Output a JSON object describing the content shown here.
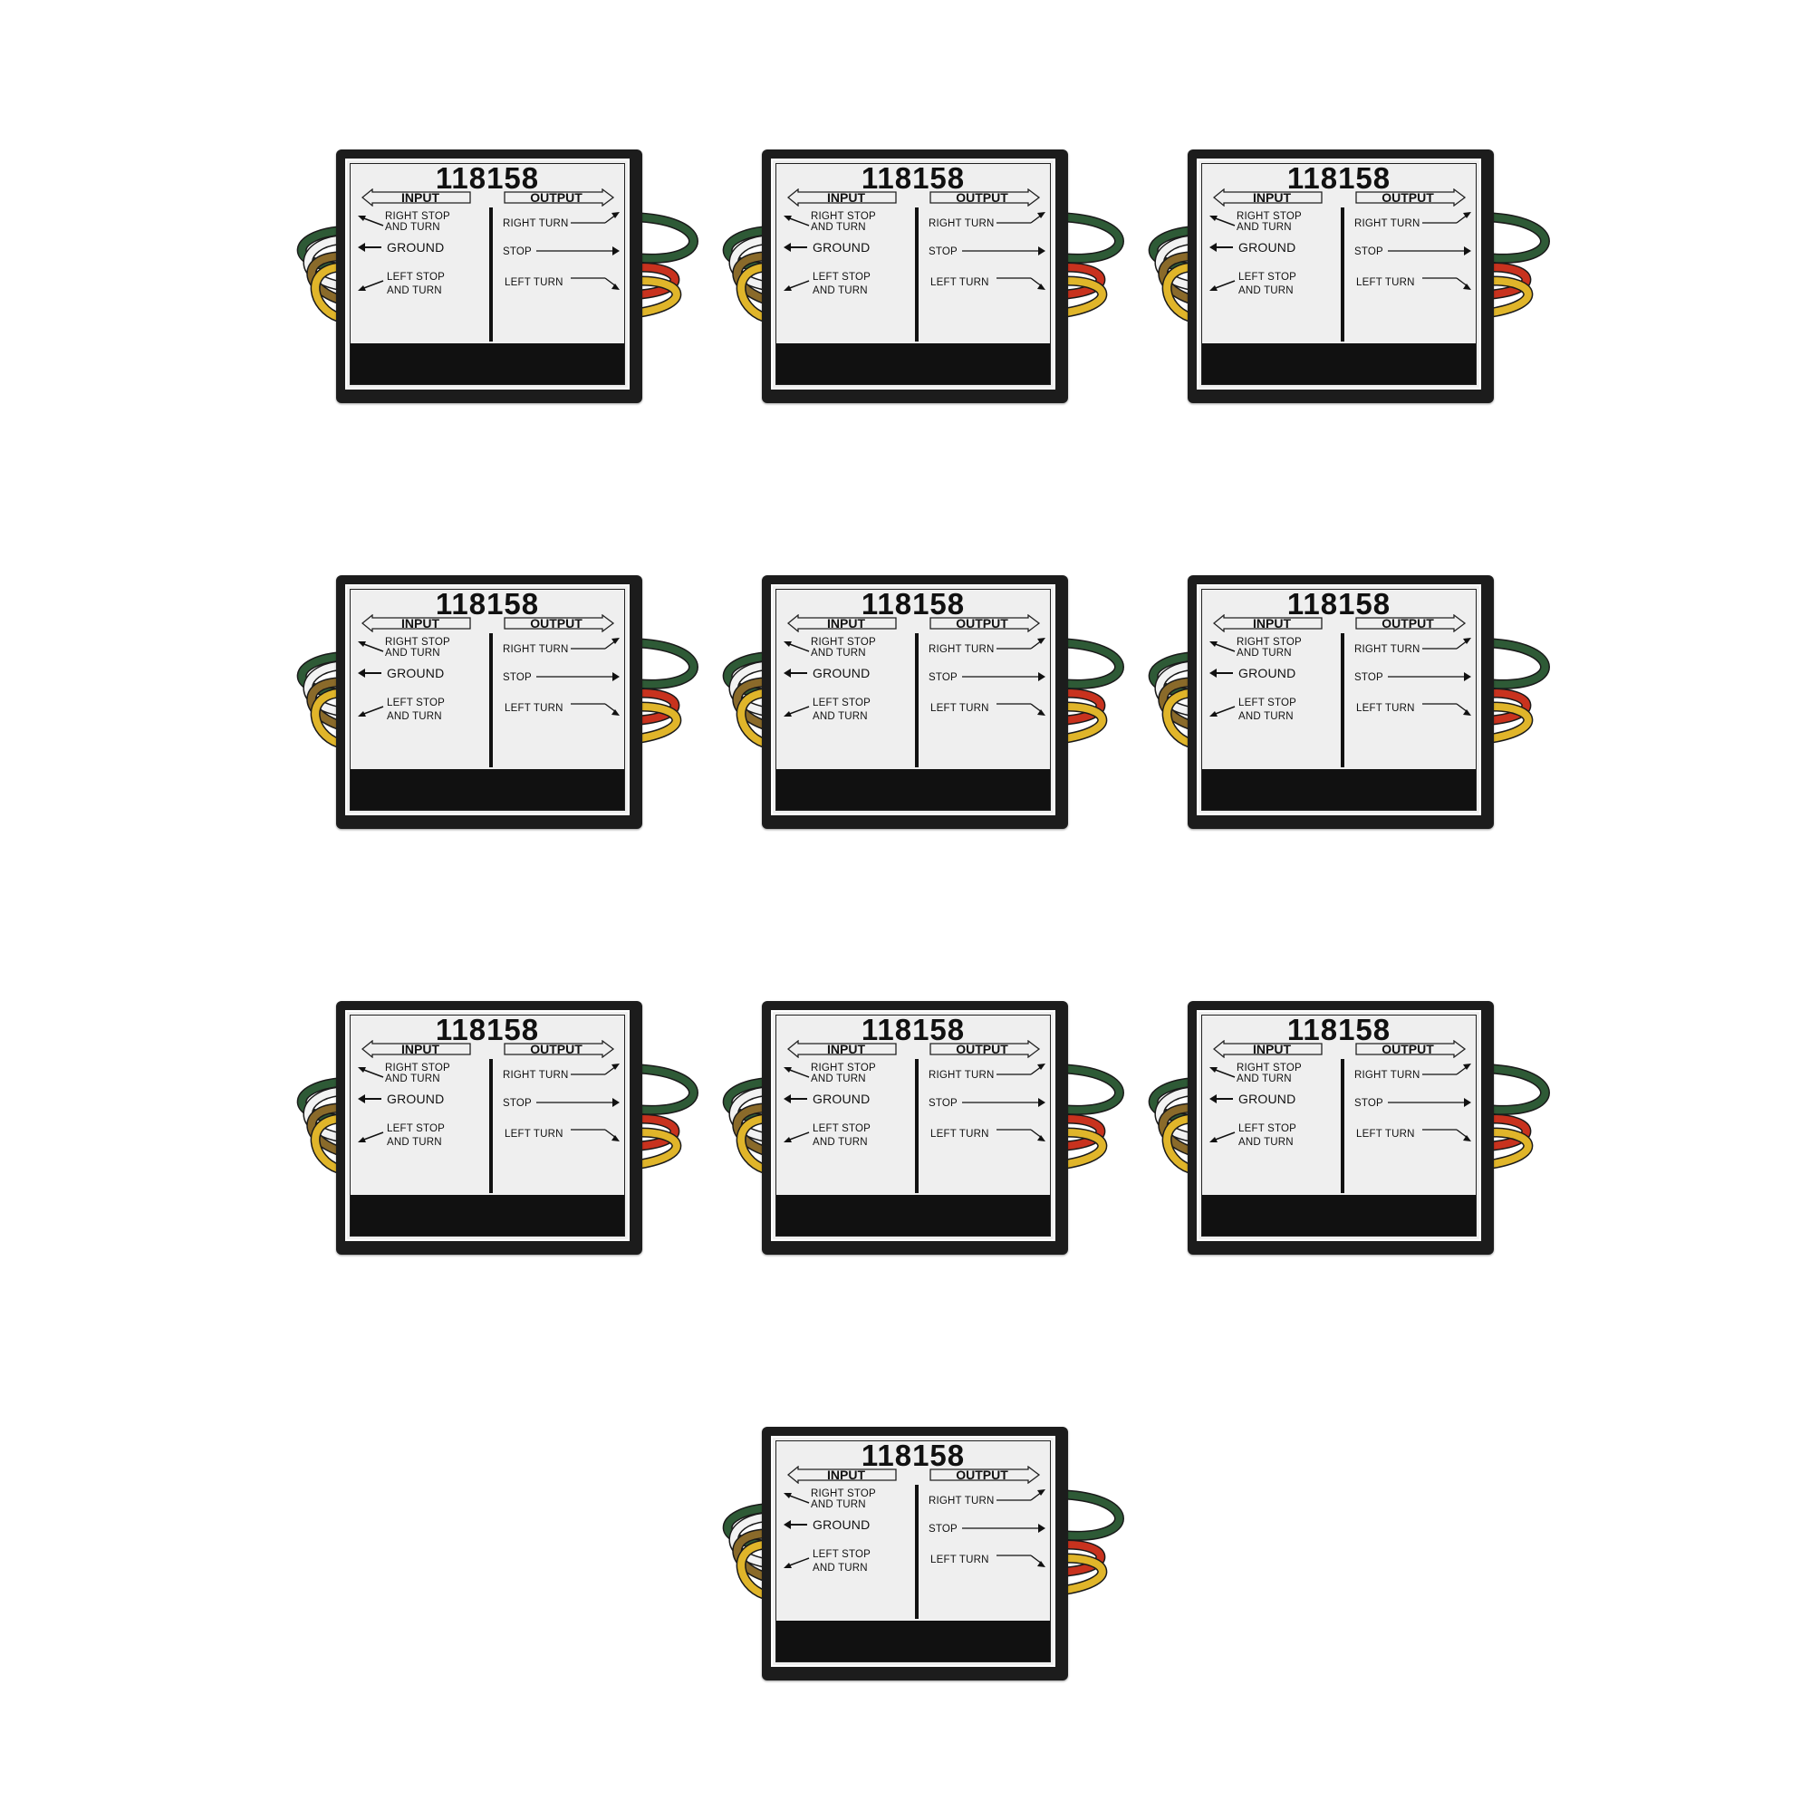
{
  "product": {
    "model_number": "118158",
    "input_header": "INPUT",
    "output_header": "OUTPUT",
    "inputs": {
      "right_line1": "RIGHT STOP",
      "right_line2": "AND  TURN",
      "ground": "GROUND",
      "left_line1": "LEFT STOP",
      "left_line2": "AND TURN"
    },
    "outputs": {
      "right": "RIGHT TURN",
      "stop": "STOP",
      "left": "LEFT  TURN"
    },
    "wire_colors": {
      "green": "#2e5a36",
      "white": "#f2f2f2",
      "brown": "#8a6a2a",
      "yellow": "#e0b52a",
      "red": "#c8321e"
    },
    "count": 10
  }
}
